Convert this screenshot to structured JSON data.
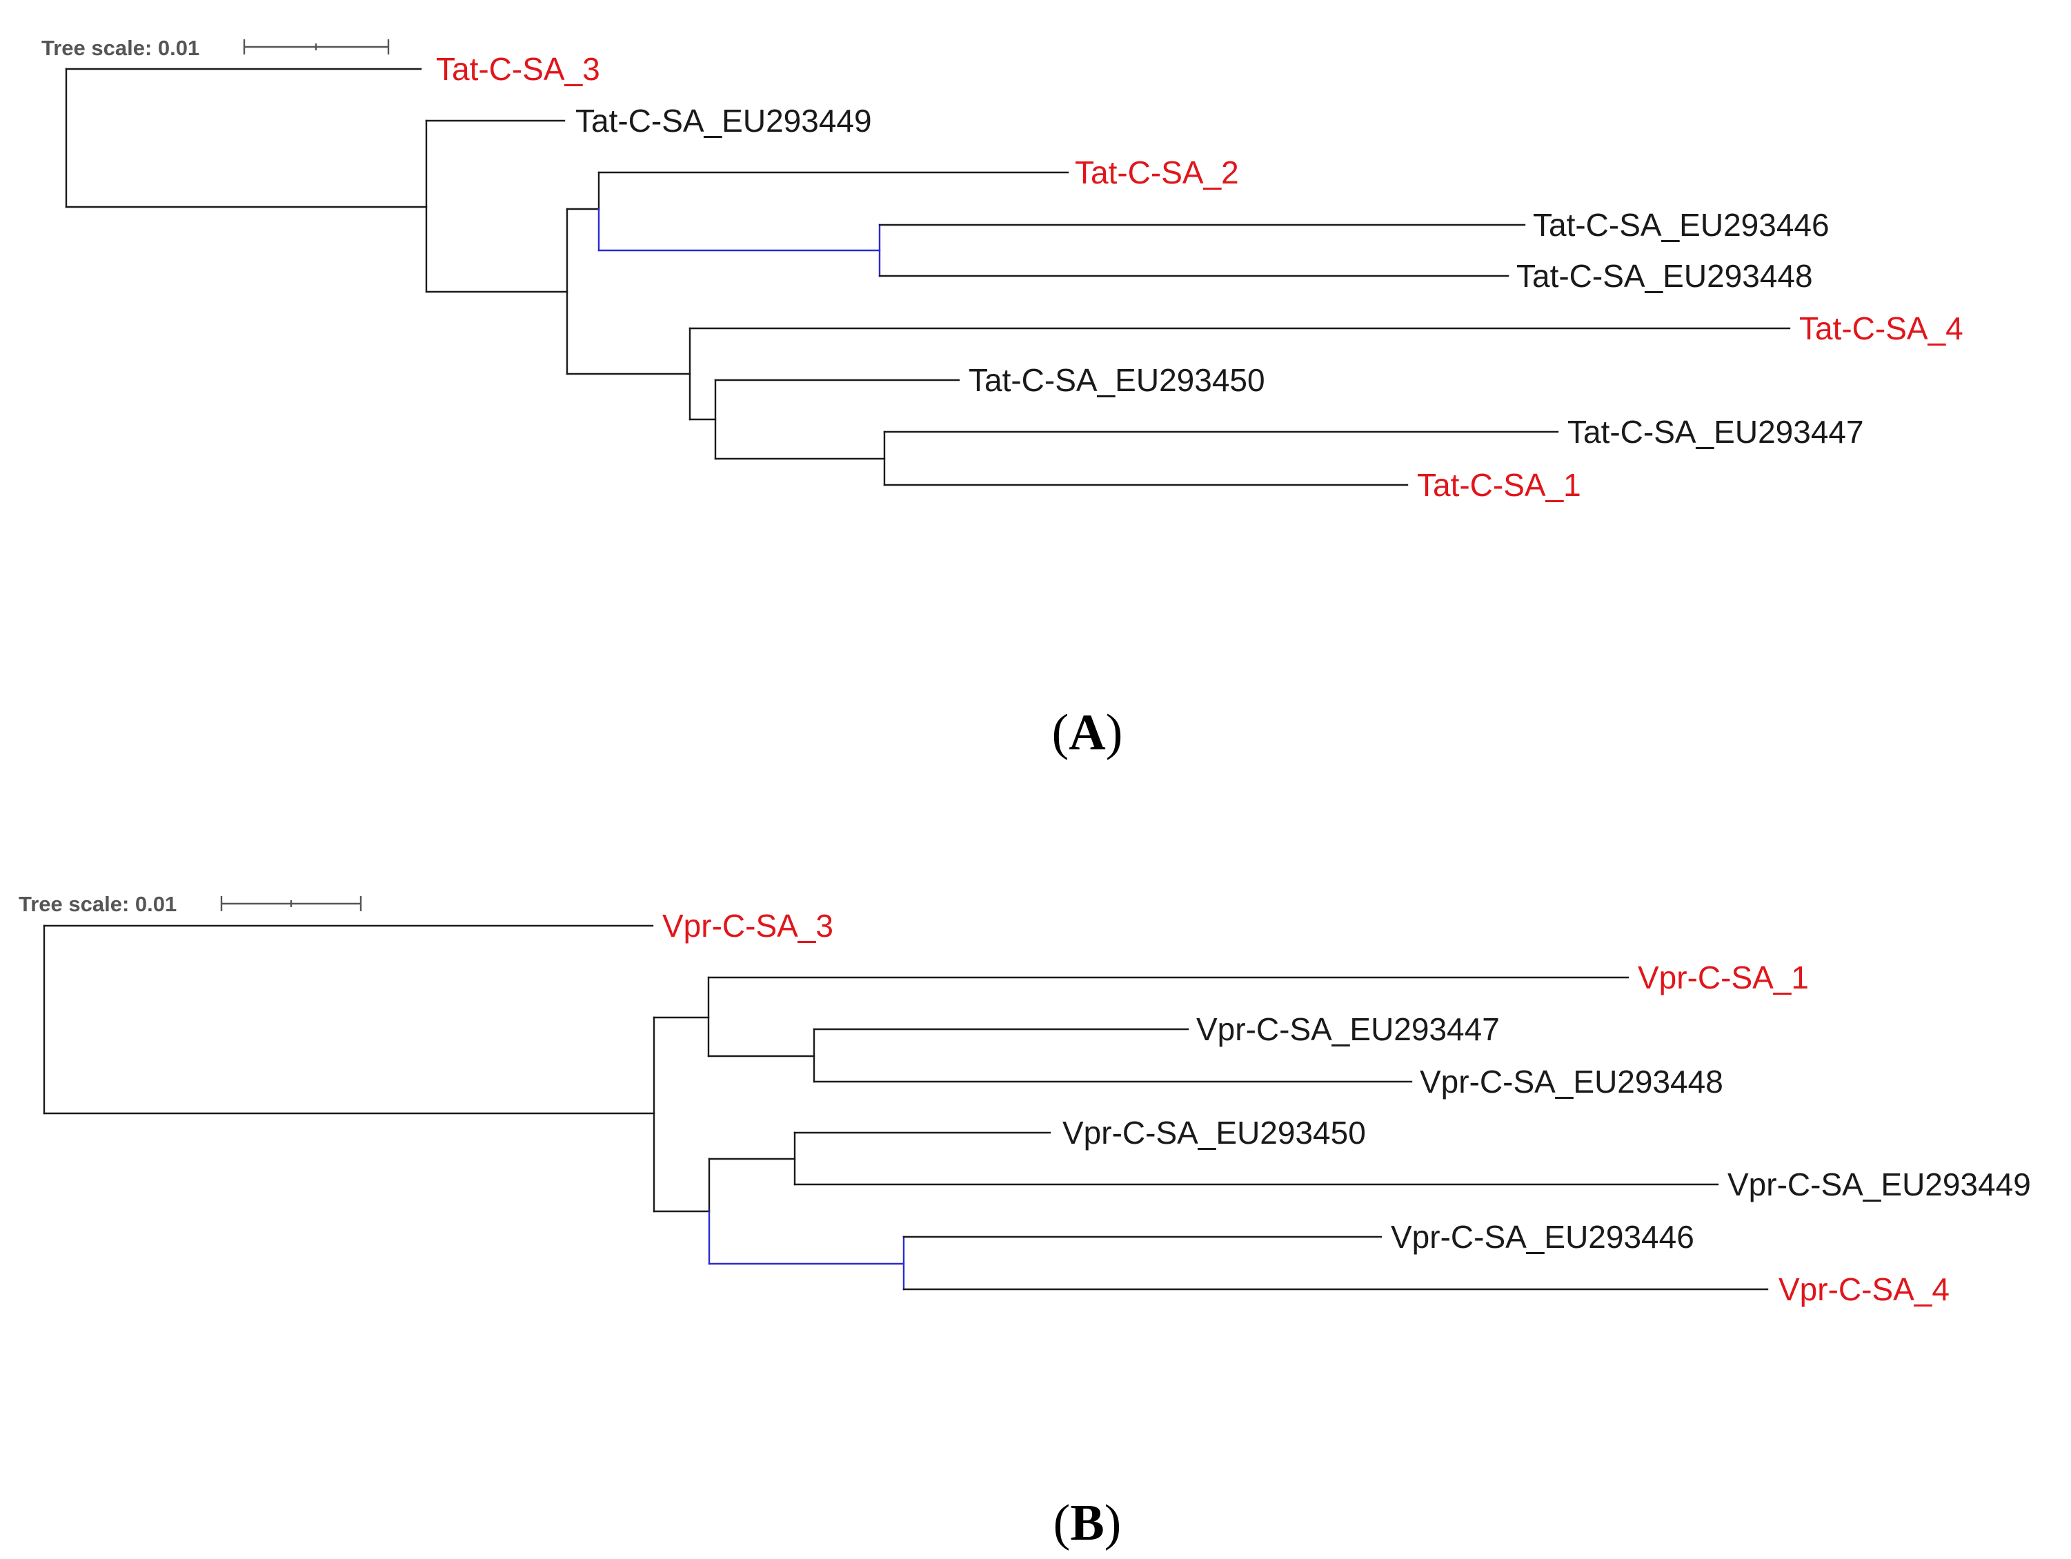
{
  "colors": {
    "query": "#e0161b",
    "reference": "#1a1a1a",
    "highlight_branch": "#2b2bd6",
    "scale": "#555555"
  },
  "panels": [
    {
      "id": "A",
      "panel_label": "(A)",
      "panel_letter": "A",
      "scale_label": "Tree scale: 0.01",
      "leaves": [
        {
          "label": "Tat-C-SA_3",
          "group": "query"
        },
        {
          "label": "Tat-C-SA_EU293449",
          "group": "reference"
        },
        {
          "label": "Tat-C-SA_2",
          "group": "query"
        },
        {
          "label": "Tat-C-SA_EU293446",
          "group": "reference"
        },
        {
          "label": "Tat-C-SA_EU293448",
          "group": "reference"
        },
        {
          "label": "Tat-C-SA_4",
          "group": "query"
        },
        {
          "label": "Tat-C-SA_EU293450",
          "group": "reference"
        },
        {
          "label": "Tat-C-SA_EU293447",
          "group": "reference"
        },
        {
          "label": "Tat-C-SA_1",
          "group": "query"
        }
      ]
    },
    {
      "id": "B",
      "panel_label": "(B)",
      "panel_letter": "B",
      "scale_label": "Tree scale: 0.01",
      "leaves": [
        {
          "label": "Vpr-C-SA_3",
          "group": "query"
        },
        {
          "label": "Vpr-C-SA_1",
          "group": "query"
        },
        {
          "label": "Vpr-C-SA_EU293447",
          "group": "reference"
        },
        {
          "label": "Vpr-C-SA_EU293448",
          "group": "reference"
        },
        {
          "label": "Vpr-C-SA_EU293450",
          "group": "reference"
        },
        {
          "label": "Vpr-C-SA_EU293449",
          "group": "reference"
        },
        {
          "label": "Vpr-C-SA_EU293446",
          "group": "reference"
        },
        {
          "label": "Vpr-C-SA_4",
          "group": "query"
        }
      ]
    }
  ]
}
